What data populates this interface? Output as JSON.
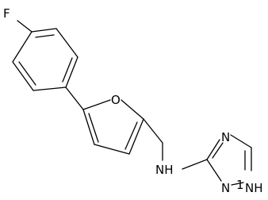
{
  "structure": {
    "atoms": {
      "fluorine": "F",
      "furan_oxygen": "O",
      "amine": "NH",
      "triazole_n_top": "N",
      "triazole_n_bottom": "N",
      "triazole_nh": "NH",
      "triazole_nh_locant": "1"
    },
    "colors": {
      "bond": "#000000",
      "text": "#000000",
      "background": "#ffffff"
    }
  }
}
